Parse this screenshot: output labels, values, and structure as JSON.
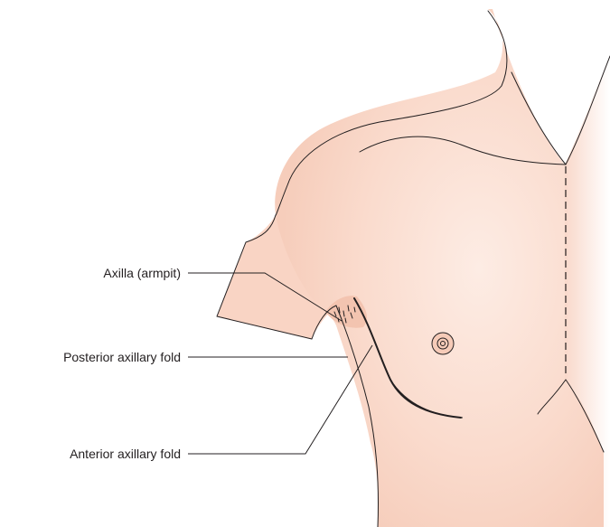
{
  "labels": {
    "axilla": "Axilla (armpit)",
    "posterior_fold": "Posterior axillary fold",
    "anterior_fold": "Anterior axillary fold"
  },
  "colors": {
    "skin": "#f9d4c4",
    "skin_light": "#fde9df",
    "line": "#231f20"
  }
}
